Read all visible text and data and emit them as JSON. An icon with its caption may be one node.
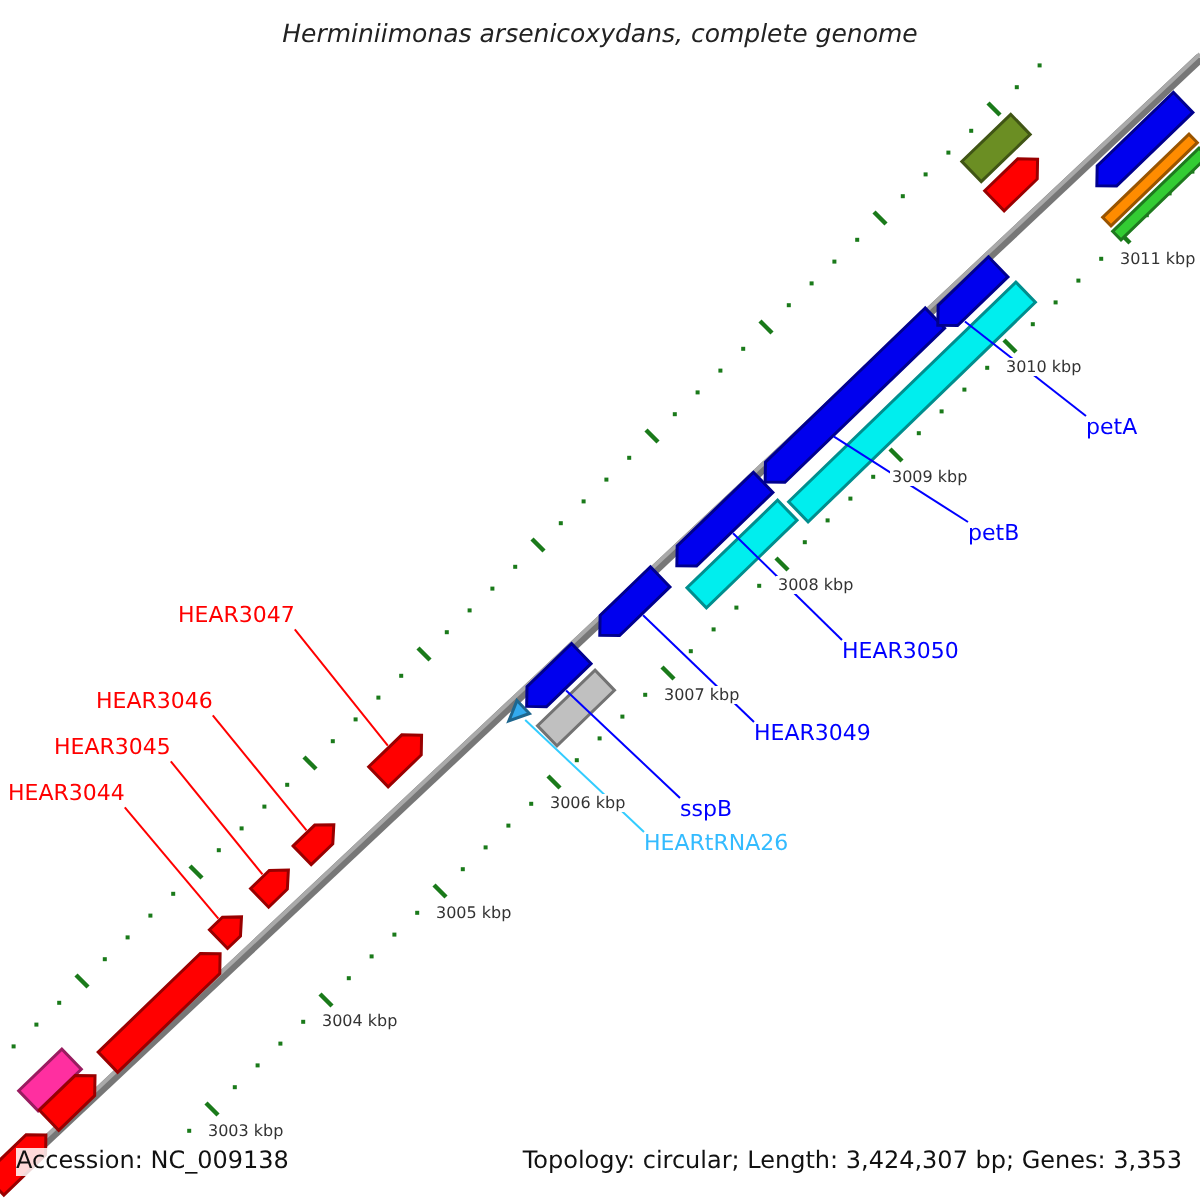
{
  "diagram": {
    "title": "Herminiimonas arsenicoxydans, complete genome",
    "nodes": [
      {
        "text": [
          "petA"
        ]
      },
      {
        "text": [
          "petB"
        ]
      },
      {
        "text": [
          "HEAR3047"
        ]
      },
      {
        "text": [
          "HEAR3050"
        ]
      },
      {
        "text": [
          "HEAR3046"
        ]
      },
      {
        "text": [
          "HEAR3049"
        ]
      },
      {
        "text": [
          "HEAR3045"
        ]
      },
      {
        "text": [
          "HEAR3044"
        ]
      },
      {
        "text": [
          "sspB"
        ]
      },
      {
        "text": [
          "HEARtRNA26"
        ]
      },
      {
        "text": [],
        "shape": "bar"
      },
      {
        "text": [],
        "shape": "bar"
      },
      {
        "text": [],
        "shape": "bar"
      },
      {
        "text": [],
        "shape": "bar"
      },
      {
        "text": [],
        "shape": "bar"
      },
      {
        "text": [],
        "shape": "bar"
      },
      {
        "text": [],
        "shape": "bar"
      },
      {
        "text": [],
        "shape": "bar"
      },
      {
        "text": [],
        "shape": "triangle"
      },
      {
        "text": [],
        "shape": "bar"
      },
      {
        "text": [],
        "shape": "bar"
      },
      {
        "text": [],
        "shape": "bar"
      },
      {
        "text": [],
        "shape": "bar"
      },
      {
        "text": [],
        "shape": "bar"
      },
      {
        "text": [],
        "shape": "bar"
      },
      {
        "text": [],
        "shape": "bar"
      },
      {
        "text": [],
        "shape": "bar"
      },
      {
        "text": [],
        "shape": "bar"
      },
      {
        "text": [],
        "shape": "bar"
      },
      {
        "text": [],
        "shape": "bar"
      },
      {
        "text": [],
        "shape": "bar"
      },
      {
        "text": [],
        "shape": "bar"
      }
    ],
    "edges": [
      {
        "from": 0,
        "to": 26,
        "arrow": "none"
      },
      {
        "from": 1,
        "to": 24,
        "arrow": "none"
      },
      {
        "from": 2,
        "to": 17,
        "arrow": "none",
        "color": "#ff0000"
      },
      {
        "from": 3,
        "to": 22,
        "arrow": "none"
      },
      {
        "from": 4,
        "to": 16,
        "arrow": "none",
        "color": "#ff0000"
      },
      {
        "from": 5,
        "to": 21,
        "arrow": "none"
      },
      {
        "from": 6,
        "to": 15,
        "arrow": "none",
        "color": "#ff0000"
      },
      {
        "from": 7,
        "to": 14,
        "arrow": "none",
        "color": "#ff0000"
      },
      {
        "from": 8,
        "to": 19,
        "arrow": "none"
      },
      {
        "from": 9,
        "to": 18,
        "arrow": "none",
        "color": "#33ccff"
      }
    ],
    "labels": [
      "3011 kbp",
      "3010 kbp",
      "3009 kbp",
      "3008 kbp",
      "3007 kbp",
      "3006 kbp",
      "3005 kbp",
      "3004 kbp",
      "3003 kbp",
      "Accession: NC_009138",
      "Topology: circular; Length: 3,424,307 bp; Genes: 3,353"
    ]
  }
}
